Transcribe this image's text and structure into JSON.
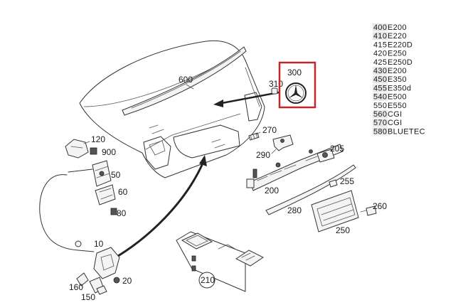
{
  "diagram": {
    "part_labels": {
      "p600": "600",
      "p310": "310",
      "p300": "300",
      "p270": "270",
      "p290": "290",
      "p205": "205",
      "p200": "200",
      "p255": "255",
      "p280": "280",
      "p260": "260",
      "p250": "250",
      "p210": "210",
      "p120": "120",
      "p900": "900",
      "p50": "50",
      "p60": "60",
      "p80": "80",
      "p10": "10",
      "p160": "160",
      "p20": "20",
      "p150": "150"
    },
    "highlight_color": "#c0282d",
    "variants": [
      {
        "code": "400",
        "badge": "E200"
      },
      {
        "code": "410",
        "badge": "E220"
      },
      {
        "code": "415",
        "badge": "E220D"
      },
      {
        "code": "420",
        "badge": "E250"
      },
      {
        "code": "425",
        "badge": "E250D"
      },
      {
        "code": "430",
        "badge": "E200"
      },
      {
        "code": "450",
        "badge": "E350"
      },
      {
        "code": "455",
        "badge": "E350d"
      },
      {
        "code": "540",
        "badge": "E500"
      },
      {
        "code": "550",
        "badge": "E550"
      },
      {
        "code": "560",
        "badge": "CGI"
      },
      {
        "code": "570",
        "badge": "CGI"
      },
      {
        "code": "580",
        "badge": "BLUETEC"
      }
    ],
    "shaded_rows": [
      "400",
      "410",
      "430",
      "450",
      "455",
      "540",
      "560",
      "570",
      "580"
    ]
  }
}
